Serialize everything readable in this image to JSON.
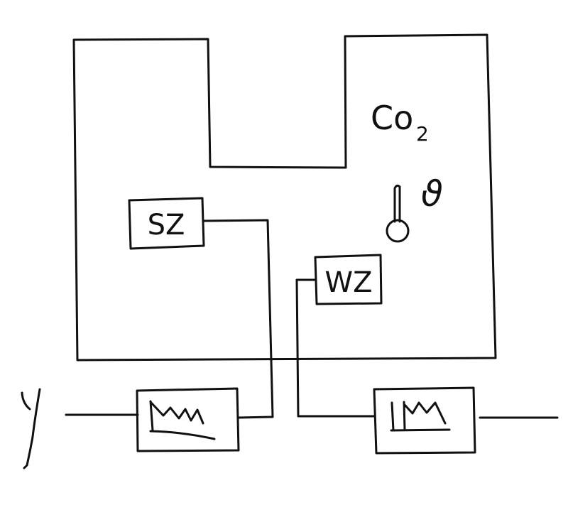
{
  "diagram": {
    "nodes": {
      "sensor_zone": "SZ",
      "sensor_room": "WZ",
      "gas_label": "Co",
      "gas_subscript": "2",
      "temperature_symbol": "ϑ",
      "input_variable": "y"
    },
    "ink_color": "#111111",
    "background_color": "#ffffff"
  }
}
